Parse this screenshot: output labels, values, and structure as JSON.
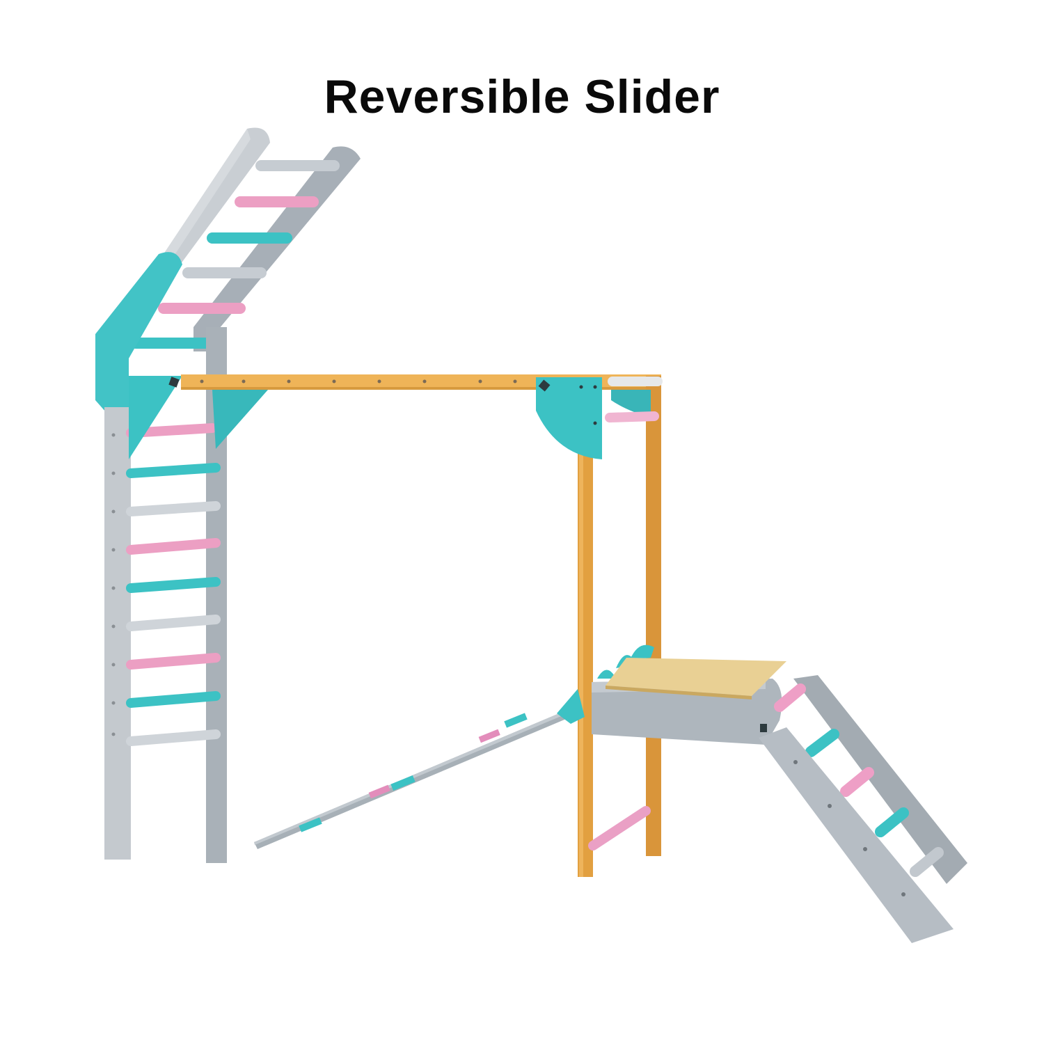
{
  "title": "Reversible Slider",
  "product": {
    "name": "Climbing frame with swedish ladder, monkey bar, platform, ladder and slide",
    "components": [
      "swedish-wall-ladder",
      "angled-ladder-extension",
      "monkey-bar",
      "wooden-platform",
      "reversible-slide-ramp",
      "step-ladder"
    ]
  },
  "colors": {
    "grey": "#b4bbc2",
    "grey_dark": "#9aa3ab",
    "grey_light": "#cfd4d9",
    "teal": "#3cc2c4",
    "pink": "#ec9fc3",
    "wood": "#e4a23c",
    "wood_dark": "#c9832a",
    "plywood": "#e8cf94",
    "background": "#ffffff",
    "text": "#0a0a0a"
  }
}
